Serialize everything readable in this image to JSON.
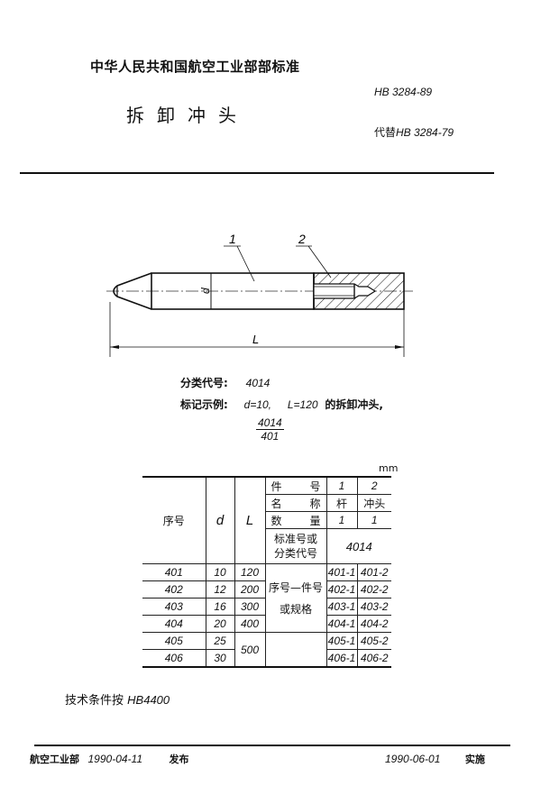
{
  "header": {
    "organization": "中华人民共和国航空工业部部标准",
    "title": "拆卸冲头",
    "standard_code": "HB 3284-89",
    "replaces_label": "代替",
    "replaces_code": "HB 3284-79"
  },
  "drawing": {
    "callouts": [
      "1",
      "2"
    ],
    "diameter_label": "d",
    "length_label": "L"
  },
  "classification": {
    "label": "分类代号:",
    "value": "4014"
  },
  "marking_example": {
    "label": "标记示例:",
    "condition_d": "d=10,",
    "condition_L": "L=120",
    "description": "的拆卸冲头,",
    "fraction_numerator": "4014",
    "fraction_denominator": "401"
  },
  "table": {
    "unit": "mm",
    "headers": {
      "seq": "序号",
      "d": "d",
      "L": "L",
      "part_no_label": [
        "件",
        "号"
      ],
      "name_label": [
        "名",
        "称"
      ],
      "qty_label": [
        "数",
        "量"
      ],
      "std_label_1": "标准号或",
      "std_label_2": "分类代号",
      "part_nos": [
        "1",
        "2"
      ],
      "names": [
        "杆",
        "冲头"
      ],
      "qtys": [
        "1",
        "1"
      ],
      "std_value": "4014",
      "spec_label_1": "序号—件号",
      "spec_label_2": "或规格"
    },
    "rows": [
      {
        "seq": "401",
        "d": "10",
        "L": "120",
        "p1": "401-1",
        "p2": "401-2"
      },
      {
        "seq": "402",
        "d": "12",
        "L": "200",
        "p1": "402-1",
        "p2": "402-2"
      },
      {
        "seq": "403",
        "d": "16",
        "L": "300",
        "p1": "403-1",
        "p2": "403-2"
      },
      {
        "seq": "404",
        "d": "20",
        "L": "400",
        "p1": "404-1",
        "p2": "404-2"
      },
      {
        "seq": "405",
        "d": "25",
        "L": "500",
        "p1": "405-1",
        "p2": "405-2"
      },
      {
        "seq": "406",
        "d": "30",
        "L": "500",
        "p1": "406-1",
        "p2": "406-2"
      }
    ]
  },
  "technical_conditions": {
    "label": "技术条件按",
    "value": "HB4400"
  },
  "footer": {
    "issuer": "航空工业部",
    "issue_date": "1990-04-11",
    "issue_label": "发布",
    "effective_date": "1990-06-01",
    "effective_label": "实施"
  }
}
